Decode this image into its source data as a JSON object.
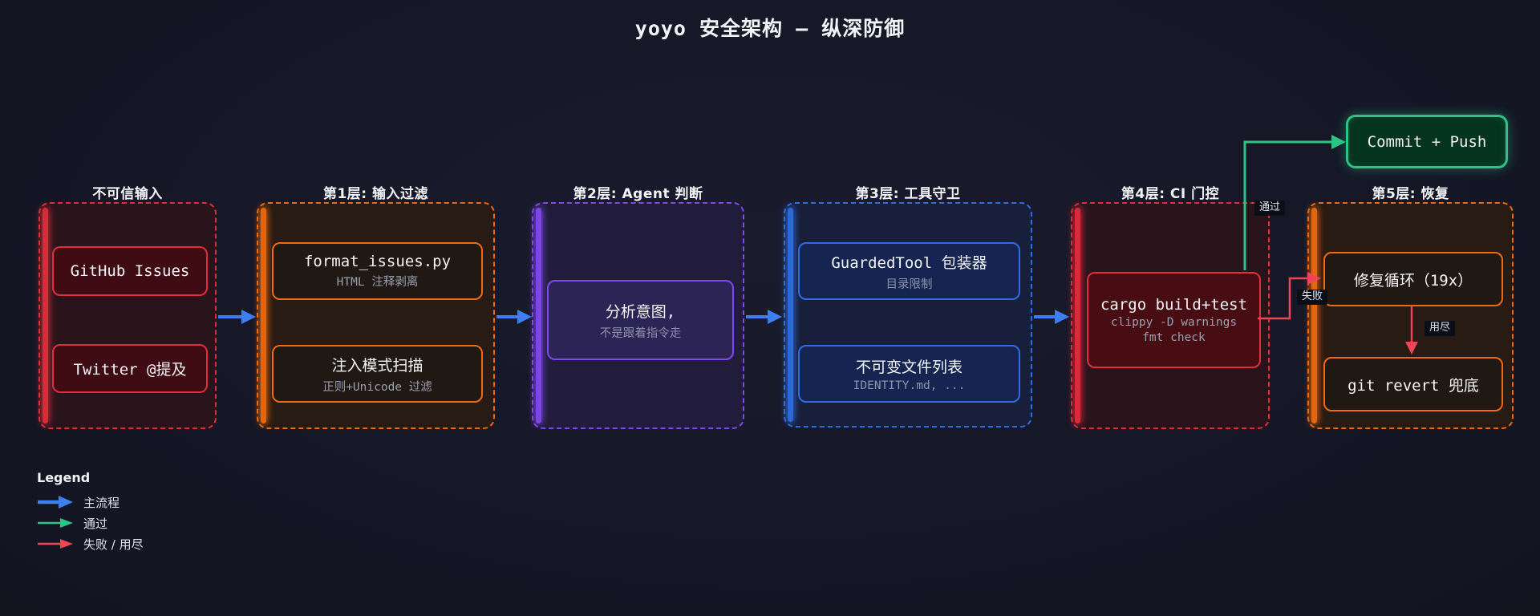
{
  "title": "yoyo 安全架构 — 纵深防御",
  "colors": {
    "background": "#151726",
    "main_flow": "#3d7ef2",
    "pass": "#2cc387",
    "fail": "#ee4557",
    "red_accent": "#e12d3d",
    "orange_accent": "#ef6a10",
    "purple_accent": "#8049ee",
    "blue_accent": "#2f6ce0"
  },
  "groups": [
    {
      "label": "不可信输入",
      "accent": "#e12d3d",
      "nodes": [
        {
          "title": "GitHub Issues"
        },
        {
          "title": "Twitter @提及"
        }
      ]
    },
    {
      "label": "第1层: 输入过滤",
      "accent": "#ef6a10",
      "nodes": [
        {
          "title": "format_issues.py",
          "subtitle": "HTML 注释剥离"
        },
        {
          "title": "注入模式扫描",
          "subtitle": "正则+Unicode 过滤"
        }
      ]
    },
    {
      "label": "第2层: Agent 判断",
      "accent": "#8049ee",
      "nodes": [
        {
          "title": "分析意图,",
          "subtitle": "不是跟着指令走"
        }
      ]
    },
    {
      "label": "第3层: 工具守卫",
      "accent": "#2f6ce0",
      "nodes": [
        {
          "title": "GuardedTool 包装器",
          "subtitle": "目录限制"
        },
        {
          "title": "不可变文件列表",
          "subtitle": "IDENTITY.md, ..."
        }
      ]
    },
    {
      "label": "第4层: CI 门控",
      "accent": "#e12d3d",
      "nodes": [
        {
          "title": "cargo build+test",
          "subtitle": "clippy -D warnings",
          "subtitle2": "fmt check"
        }
      ]
    },
    {
      "label": "第5层: 恢复",
      "accent": "#ef6a10",
      "nodes": [
        {
          "title": "修复循环（19x）"
        },
        {
          "title": "git revert 兜底"
        }
      ]
    }
  ],
  "commit_node": {
    "label": "Commit + Push"
  },
  "edge_labels": {
    "pass": "通过",
    "fail": "失败",
    "exhausted": "用尽"
  },
  "legend": {
    "title": "Legend",
    "items": [
      {
        "label": "主流程",
        "color": "#3d7ef2"
      },
      {
        "label": "通过",
        "color": "#2cc387"
      },
      {
        "label": "失败 / 用尽",
        "color": "#ee4557"
      }
    ]
  }
}
